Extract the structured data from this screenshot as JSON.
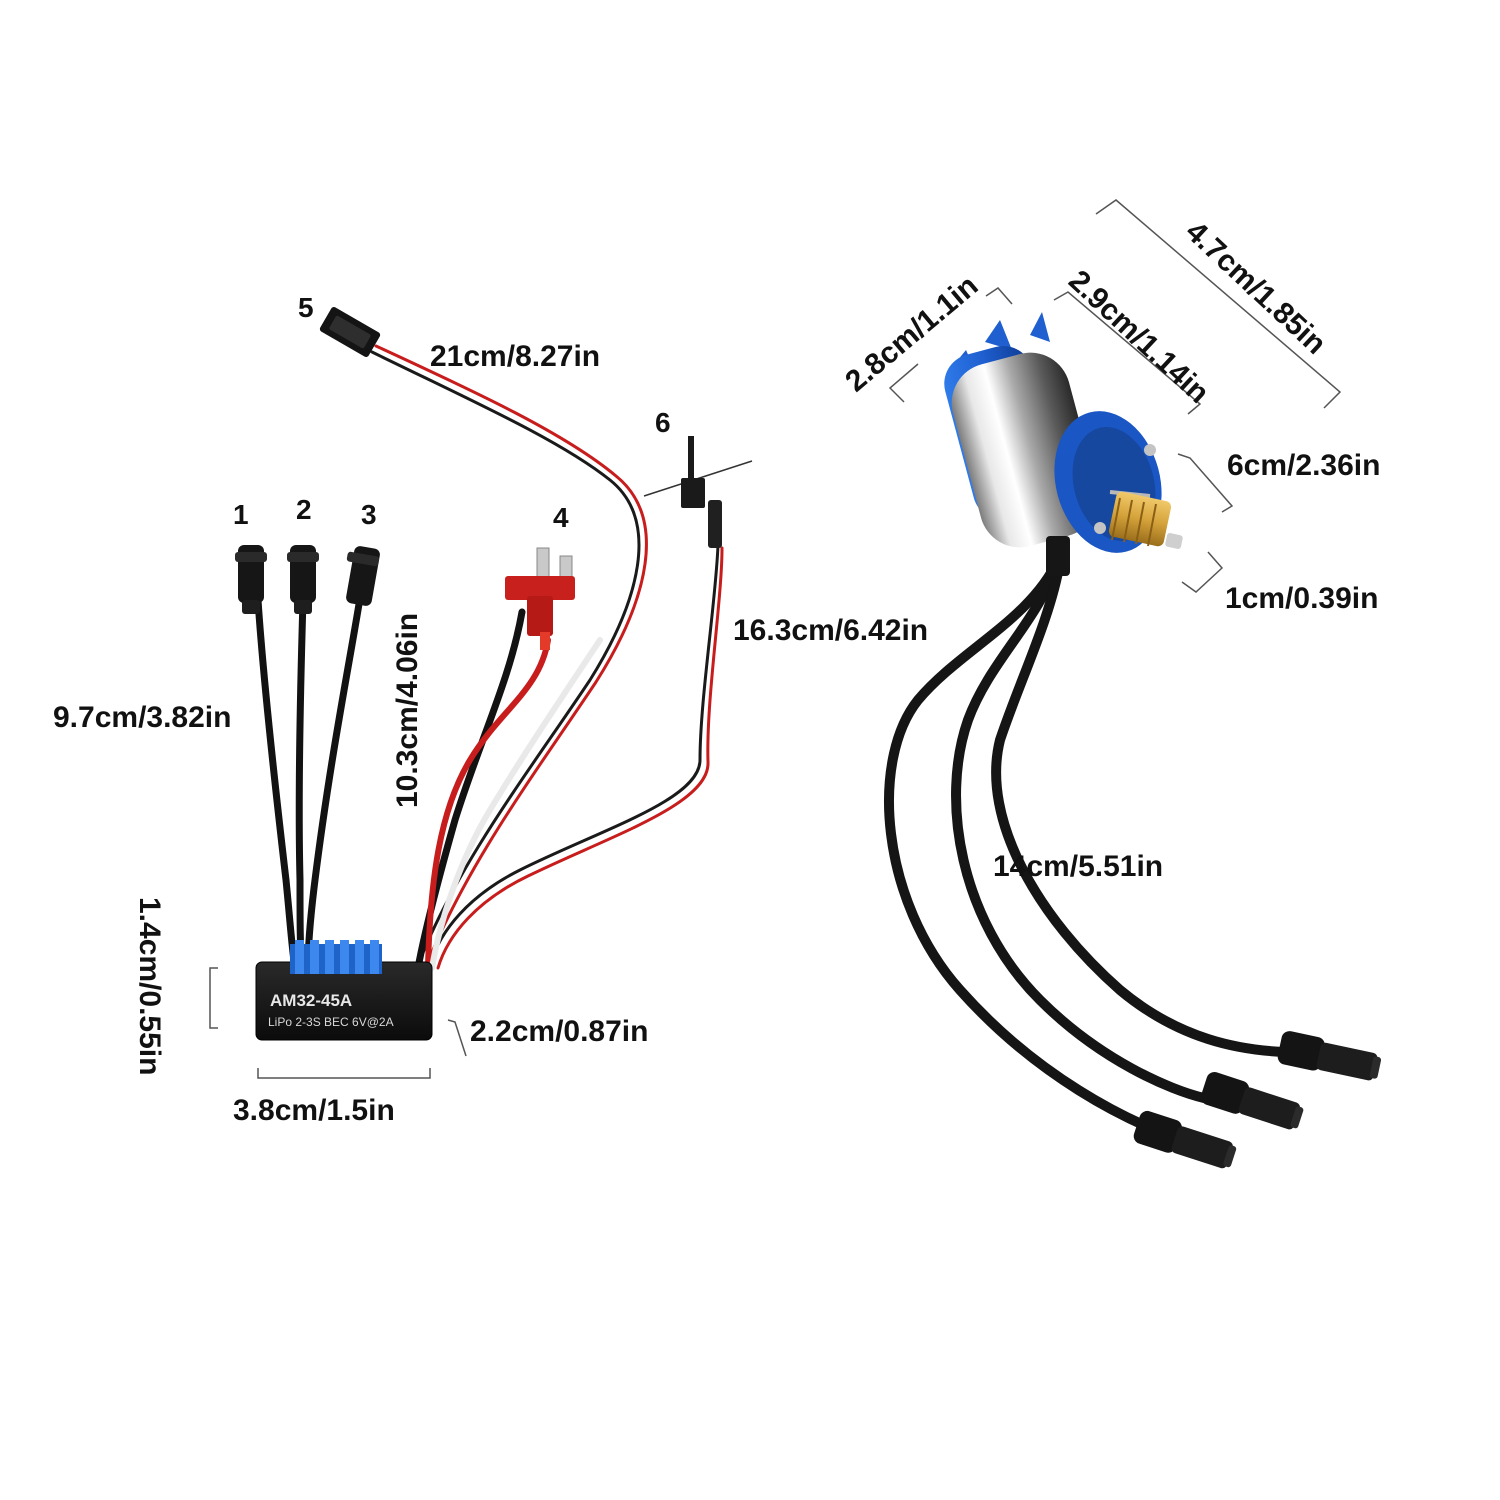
{
  "esc": {
    "model": "AM32-45A",
    "spec": "LiPo 2-3S  BEC 6V@2A"
  },
  "connector_numbers": [
    "1",
    "2",
    "3",
    "4",
    "5",
    "6"
  ],
  "dimensions": {
    "receiver_lead": "21cm/8.27in",
    "switch_lead": "16.3cm/6.42in",
    "motor_leads": "9.7cm/3.82in",
    "battery_lead": "10.3cm/4.06in",
    "esc_height": "1.4cm/0.55in",
    "esc_thickness": "2.2cm/0.87in",
    "esc_width": "3.8cm/1.5in",
    "motor_length_total": "4.7cm/1.85in",
    "motor_can_length": "2.9cm/1.14in",
    "motor_fan_length": "2.8cm/1.1in",
    "motor_diameter": "6cm/2.36in",
    "shaft_length": "1cm/0.39in",
    "motor_wire_length": "14cm/5.51in"
  },
  "colors": {
    "motor_blue": "#1f5fd0",
    "heatsink_blue": "#2f7fe0",
    "wire_red": "#c81d1d",
    "connector_red": "#c8201c",
    "gear_brass": "#d4a23a"
  }
}
